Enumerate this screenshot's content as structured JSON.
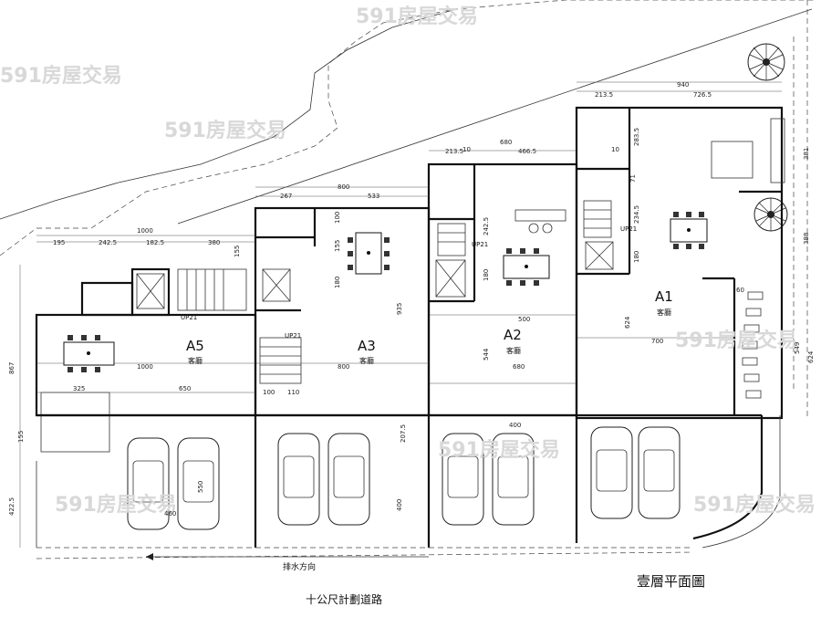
{
  "plan_title": "壹層平面圖",
  "road_label": "十公尺計劃道路",
  "drain_label": "排水方向",
  "watermark": "591房屋交易",
  "units": [
    {
      "id": "A1",
      "room": "客廳"
    },
    {
      "id": "A2",
      "room": "客廳"
    },
    {
      "id": "A3",
      "room": "客廳"
    },
    {
      "id": "A5",
      "room": "客廳"
    }
  ],
  "stair_label": "UP21",
  "dimensions": {
    "top_a1_width": "940",
    "top_a1_inner": "726.5",
    "top_a1_left": "213.5",
    "a1_right_1": "381",
    "a1_right_2": "388",
    "a1_right_3": "549",
    "a1_right_4": "624",
    "a1_mid_283": "283.5",
    "a1_mid_234": "234.5",
    "a1_mid_180": "180",
    "a1_mid_624": "624",
    "a1_700": "700",
    "a1_60": "60",
    "a2_top": "680",
    "a2_213": "213.5",
    "a2_466": "466.5",
    "a2_242": "242.5",
    "a2_180": "180",
    "a2_500": "500",
    "a2_680": "680",
    "a2_544": "544",
    "a2_400": "400",
    "a2_207": "207.5",
    "a3_800": "800",
    "a3_267": "267",
    "a3_533": "533",
    "a3_100": "100",
    "a3_155": "155",
    "a3_180": "180",
    "a3_935": "935",
    "a3_800b": "800",
    "a3_110": "110",
    "a3_100b": "100",
    "a3_400": "400",
    "a5_1000": "1000",
    "a5_195": "195",
    "a5_242": "242.5",
    "a5_182": "182.5",
    "a5_380": "380",
    "a5_155": "155",
    "a5_1000b": "1000",
    "a5_325": "325",
    "a5_650": "650",
    "a5_867": "867",
    "a5_155b": "155",
    "a5_422": "422.5",
    "a5_460": "460",
    "a5_550": "550",
    "a1_10": "10",
    "a2_10": "10",
    "a1_71": "71"
  }
}
